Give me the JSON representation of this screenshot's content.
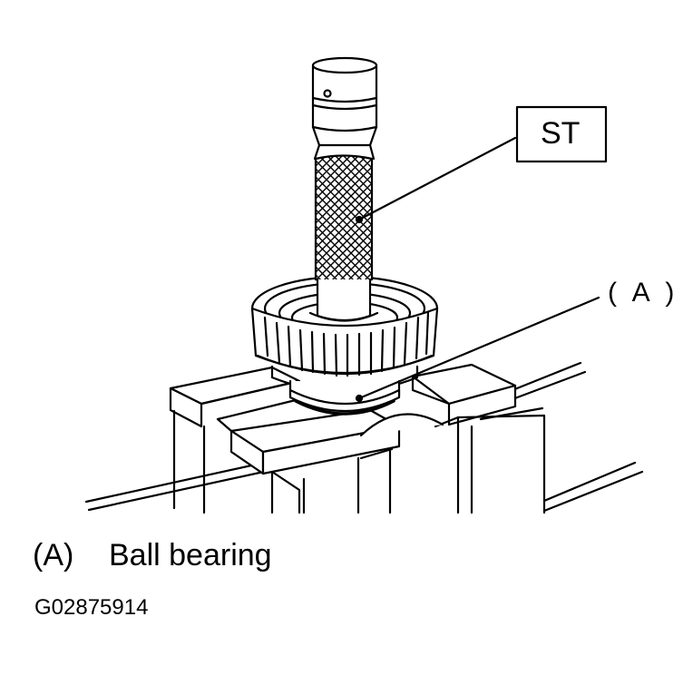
{
  "callouts": {
    "st": "ST",
    "a": "( A )"
  },
  "legend": {
    "key": "(A)",
    "text": "Ball bearing"
  },
  "figure_id": "G02875914",
  "colors": {
    "line": "#000000",
    "background": "#ffffff"
  }
}
